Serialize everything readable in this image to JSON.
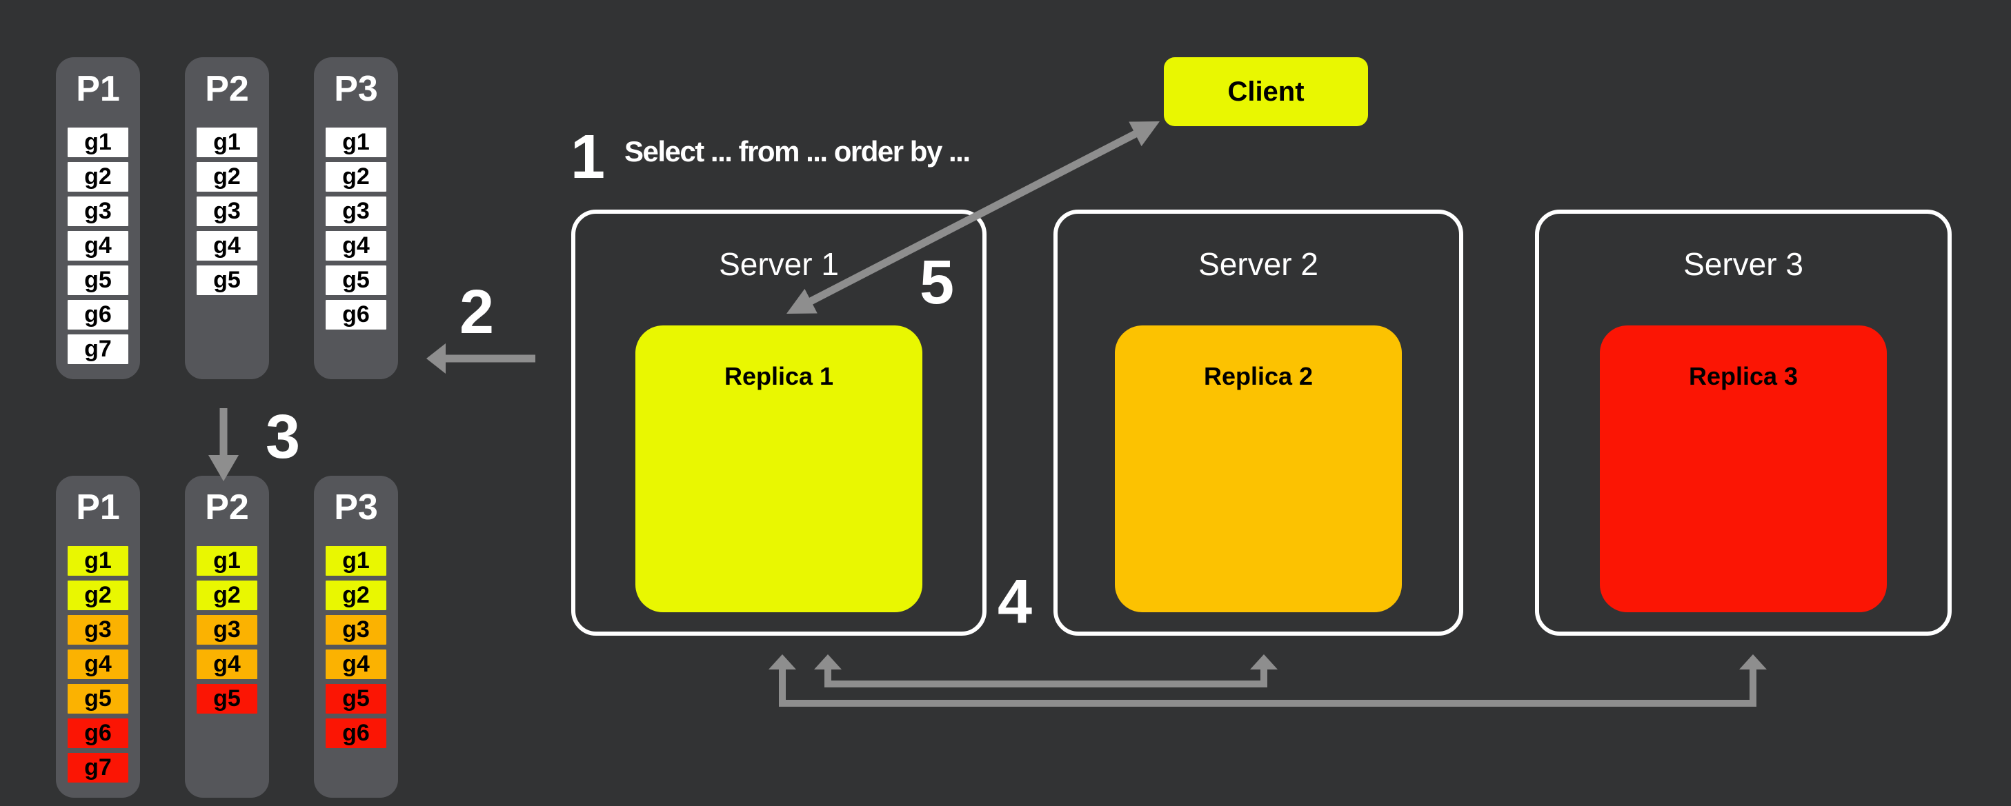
{
  "colors": {
    "background": "#323334",
    "column": "#55565a",
    "arrow": "#8e8e8e",
    "white": "#ffffff",
    "yellow": "#e9f701",
    "orange": "#fbb201",
    "red": "#fb1504"
  },
  "steps": {
    "s1": "1",
    "s2": "2",
    "s3": "3",
    "s4": "4",
    "s5": "5"
  },
  "query_text": "Select ... from ... order by ...",
  "client": {
    "label": "Client"
  },
  "top_partitions": [
    {
      "label": "P1",
      "segments": [
        "g1",
        "g2",
        "g3",
        "g4",
        "g5",
        "g6",
        "g7"
      ]
    },
    {
      "label": "P2",
      "segments": [
        "g1",
        "g2",
        "g3",
        "g4",
        "g5"
      ]
    },
    {
      "label": "P3",
      "segments": [
        "g1",
        "g2",
        "g3",
        "g4",
        "g5",
        "g6"
      ]
    }
  ],
  "bottom_partitions": [
    {
      "label": "P1",
      "segments": [
        {
          "label": "g1",
          "color": "#e9f701"
        },
        {
          "label": "g2",
          "color": "#e9f701"
        },
        {
          "label": "g3",
          "color": "#fbb201"
        },
        {
          "label": "g4",
          "color": "#fbb201"
        },
        {
          "label": "g5",
          "color": "#fbb201"
        },
        {
          "label": "g6",
          "color": "#fb1504"
        },
        {
          "label": "g7",
          "color": "#fb1504"
        }
      ]
    },
    {
      "label": "P2",
      "segments": [
        {
          "label": "g1",
          "color": "#e9f701"
        },
        {
          "label": "g2",
          "color": "#e9f701"
        },
        {
          "label": "g3",
          "color": "#fbb201"
        },
        {
          "label": "g4",
          "color": "#fbb201"
        },
        {
          "label": "g5",
          "color": "#fb1504"
        }
      ]
    },
    {
      "label": "P3",
      "segments": [
        {
          "label": "g1",
          "color": "#e9f701"
        },
        {
          "label": "g2",
          "color": "#e9f701"
        },
        {
          "label": "g3",
          "color": "#fbb201"
        },
        {
          "label": "g4",
          "color": "#fbb201"
        },
        {
          "label": "g5",
          "color": "#fb1504"
        },
        {
          "label": "g6",
          "color": "#fb1504"
        }
      ]
    }
  ],
  "servers": [
    {
      "title": "Server 1",
      "replica_label": "Replica 1",
      "replica_color": "#e9f701"
    },
    {
      "title": "Server 2",
      "replica_label": "Replica 2",
      "replica_color": "#fcc201"
    },
    {
      "title": "Server 3",
      "replica_label": "Replica 3",
      "replica_color": "#fb1504"
    }
  ]
}
